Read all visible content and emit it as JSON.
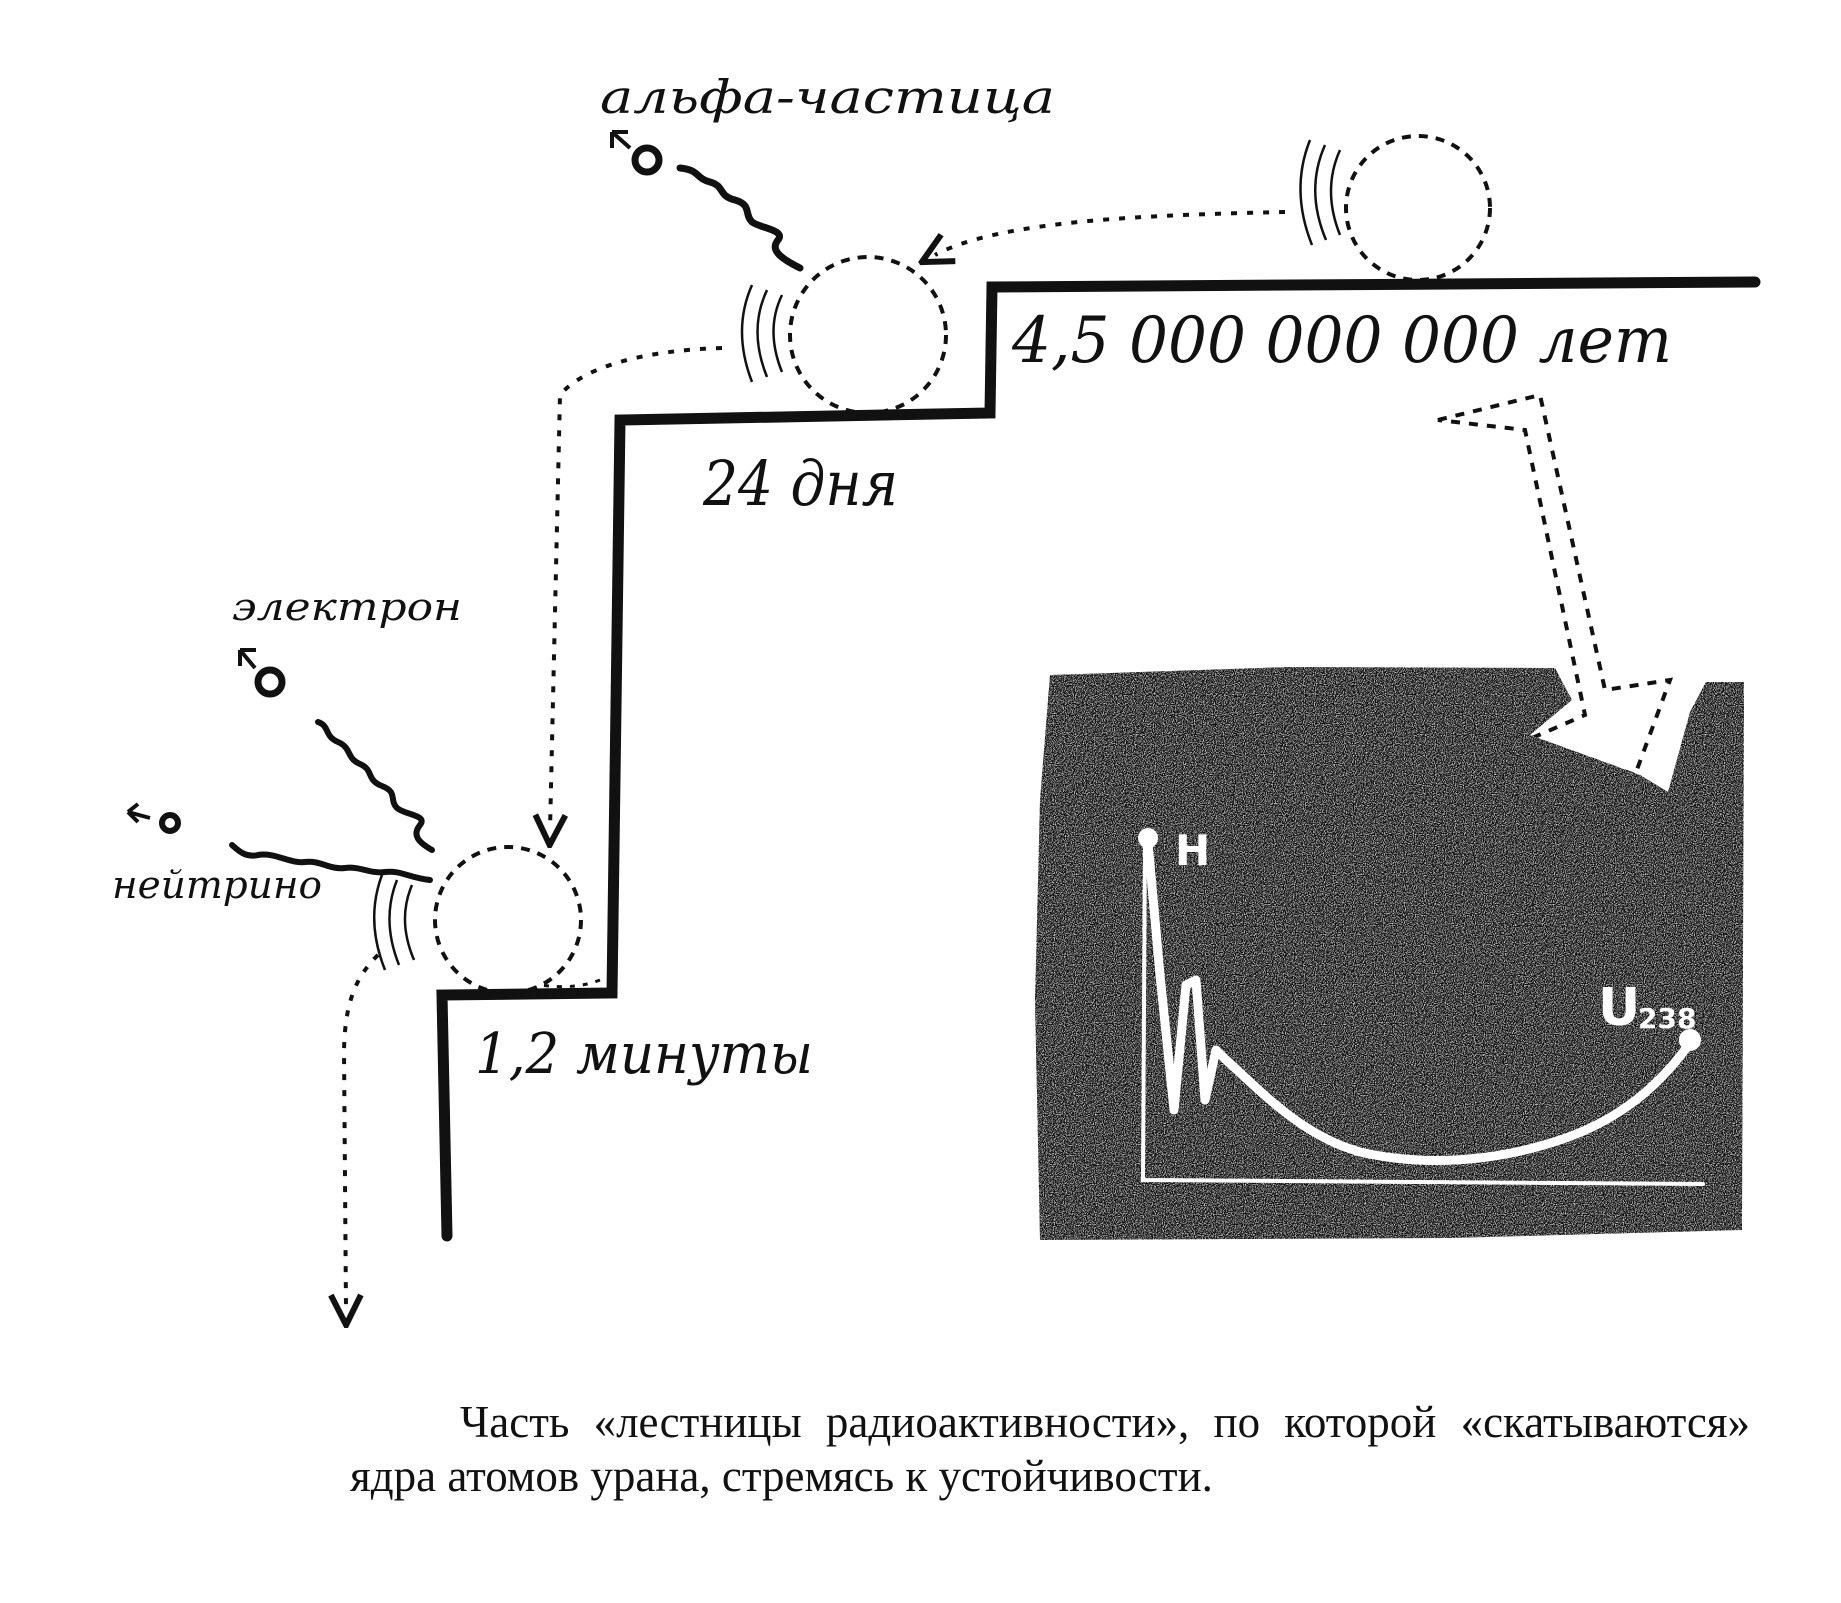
{
  "labels": {
    "alpha": "альфа-частица",
    "electron": "электрон",
    "neutrino": "нейтрино",
    "step_top": "4,5 000 000 000 лет",
    "step_middle": "24 дня",
    "step_bottom": "1,2 минуты"
  },
  "inset": {
    "left_label": "H",
    "right_label": "U",
    "right_subscript": "238"
  },
  "caption": "Часть «лестницы радиоактивности», по которой «скатываются» ядра атомов урана, стремясь к устойчивости."
}
